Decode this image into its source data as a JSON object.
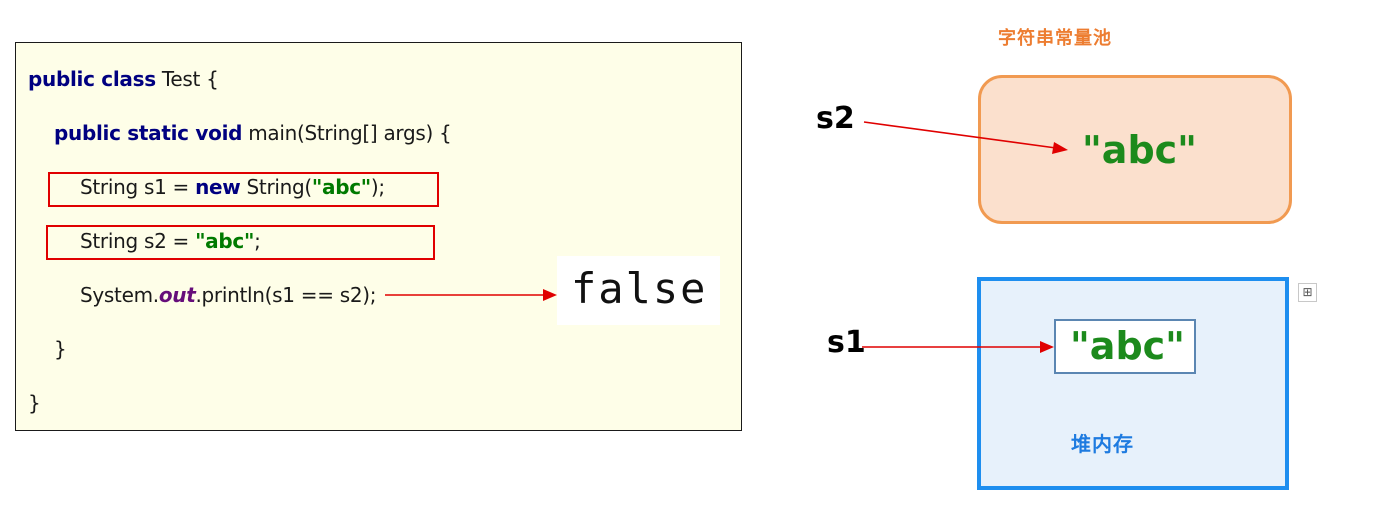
{
  "code": {
    "line1": {
      "kw": "public class",
      "rest": " Test {"
    },
    "line2": {
      "kw": "public static void",
      "rest": " main(String[] args) {"
    },
    "line3": {
      "pre": "String s1 = ",
      "kw": "new",
      "mid": " String(",
      "str": "\"abc\"",
      "post": ");"
    },
    "line4": {
      "pre": "String s2 = ",
      "str": "\"abc\"",
      "post": ";"
    },
    "line5": {
      "pre": "System.",
      "field": "out",
      "post": ".println(s1 == s2);"
    },
    "line6": "}",
    "line7": "}"
  },
  "output": {
    "text": "false"
  },
  "string_pool": {
    "title": "字符串常量池",
    "value": "\"abc\""
  },
  "heap": {
    "title": "堆内存",
    "value": "\"abc\""
  },
  "variables": {
    "s1": "s1",
    "s2": "s2"
  },
  "colors": {
    "keyword": "#000080",
    "string": "#007a00",
    "highlight": "#e00000",
    "arrow": "#e00000",
    "pool_fill": "#fbe0cd",
    "pool_border": "#f19a51",
    "heap_fill": "#e7f1fb",
    "heap_border": "#1e8eef"
  },
  "icons": {
    "heap_corner": "frame-icon"
  }
}
